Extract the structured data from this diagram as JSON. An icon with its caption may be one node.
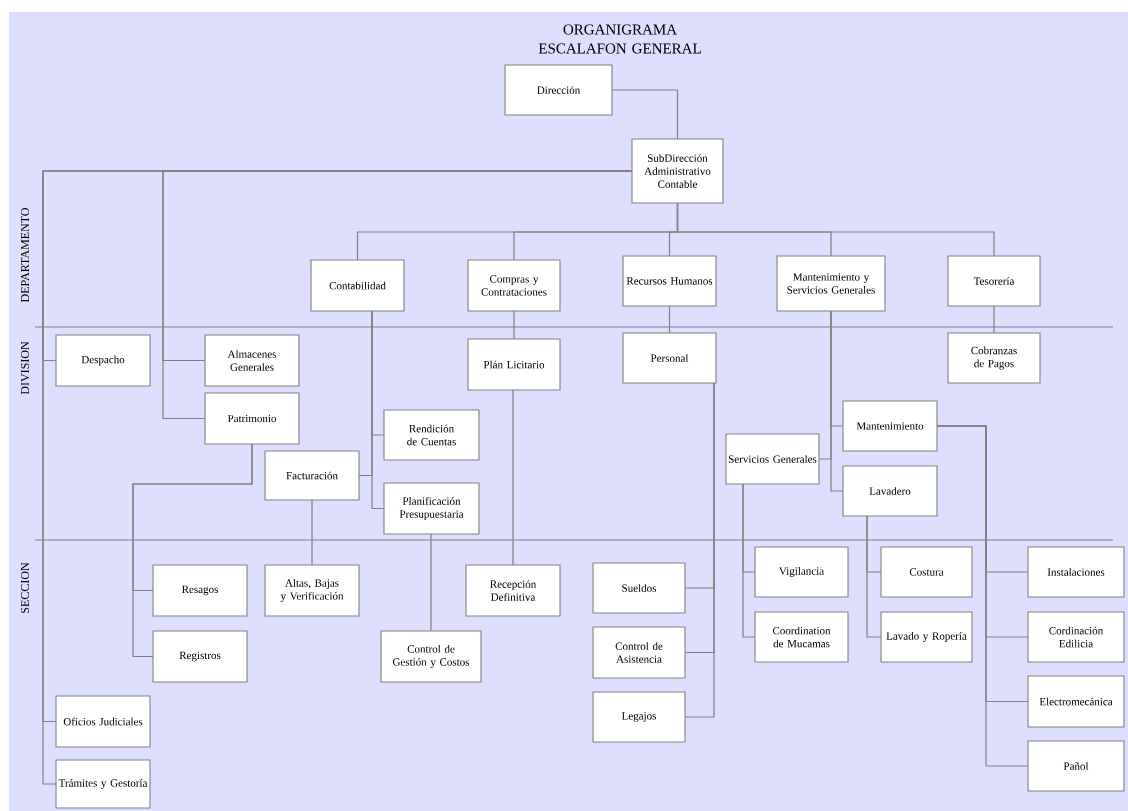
{
  "diagram": {
    "title": "ORGANIGRAMA ESCALAFON GENERAL",
    "nodes": [
      {
        "text": [
          "Dirección"
        ]
      },
      {
        "text": [
          "SubDirección Administrativo Contable"
        ]
      },
      {
        "text": [
          "Contabilidad"
        ]
      },
      {
        "text": [
          "Compras y Contrataciones"
        ]
      },
      {
        "text": [
          "Recursos Humanos"
        ]
      },
      {
        "text": [
          "Mantenimiento y Servicios Generales"
        ]
      },
      {
        "text": [
          "Tesorería"
        ]
      },
      {
        "text": [
          "Despacho"
        ]
      },
      {
        "text": [
          "Almacenes Generales"
        ]
      },
      {
        "text": [
          "Plán Licitario"
        ]
      },
      {
        "text": [
          "Personal"
        ]
      },
      {
        "text": [
          "Cobranzas de Pagos"
        ]
      },
      {
        "text": [
          "Patrimonio"
        ]
      },
      {
        "text": [
          "Rendición de Cuentas"
        ]
      },
      {
        "text": [
          "Mantenimiento"
        ]
      },
      {
        "text": [
          "Servicios Generales"
        ]
      },
      {
        "text": [
          "Facturación"
        ]
      },
      {
        "text": [
          "Planificación Presupuestaria"
        ]
      },
      {
        "text": [
          "Lavadero"
        ]
      },
      {
        "text": [
          "Resagos"
        ]
      },
      {
        "text": [
          "Altas, Bajas y Verificación"
        ]
      },
      {
        "text": [
          "Recepción Definitiva"
        ]
      },
      {
        "text": [
          "Sueldos"
        ]
      },
      {
        "text": [
          "Vigilancia"
        ]
      },
      {
        "text": [
          "Costura"
        ]
      },
      {
        "text": [
          "Instalaciones"
        ]
      },
      {
        "text": [
          "Registros"
        ]
      },
      {
        "text": [
          "Control de Gestión y Costos"
        ]
      },
      {
        "text": [
          "Control de Asistencia"
        ]
      },
      {
        "text": [
          "Coordination de Mucamas"
        ]
      },
      {
        "text": [
          "Lavado y Ropería"
        ]
      },
      {
        "text": [
          "Cordinación Edilicia"
        ]
      },
      {
        "text": [
          "Legajos"
        ]
      },
      {
        "text": [
          "Oficios Judiciales"
        ]
      },
      {
        "text": [
          "Electromecánica"
        ]
      },
      {
        "text": [
          "Trámites y Gestoría"
        ]
      },
      {
        "text": [
          "Pañol"
        ]
      }
    ],
    "edges": [
      {
        "from": 0,
        "to": 1,
        "arrow": "none"
      },
      {
        "from": 1,
        "to": 2,
        "arrow": "none"
      },
      {
        "from": 1,
        "to": 3,
        "arrow": "none"
      },
      {
        "from": 1,
        "to": 4,
        "arrow": "none"
      },
      {
        "from": 1,
        "to": 5,
        "arrow": "none"
      },
      {
        "from": 1,
        "to": 6,
        "arrow": "none"
      },
      {
        "from": 1,
        "to": 7,
        "arrow": "none"
      },
      {
        "from": 1,
        "to": 33,
        "arrow": "none"
      },
      {
        "from": 1,
        "to": 35,
        "arrow": "none"
      },
      {
        "from": 1,
        "to": 8,
        "arrow": "none"
      },
      {
        "from": 1,
        "to": 12,
        "arrow": "none"
      },
      {
        "from": 2,
        "to": 13,
        "arrow": "none"
      },
      {
        "from": 2,
        "to": 16,
        "arrow": "none"
      },
      {
        "from": 2,
        "to": 17,
        "arrow": "none"
      },
      {
        "from": 3,
        "to": 9,
        "arrow": "none"
      },
      {
        "from": 9,
        "to": 21,
        "arrow": "none"
      },
      {
        "from": 4,
        "to": 10,
        "arrow": "none"
      },
      {
        "from": 10,
        "to": 22,
        "arrow": "none"
      },
      {
        "from": 10,
        "to": 28,
        "arrow": "none"
      },
      {
        "from": 10,
        "to": 32,
        "arrow": "none"
      },
      {
        "from": 5,
        "to": 14,
        "arrow": "none"
      },
      {
        "from": 5,
        "to": 15,
        "arrow": "none"
      },
      {
        "from": 5,
        "to": 18,
        "arrow": "none"
      },
      {
        "from": 6,
        "to": 11,
        "arrow": "none"
      },
      {
        "from": 12,
        "to": 19,
        "arrow": "none"
      },
      {
        "from": 12,
        "to": 26,
        "arrow": "none"
      },
      {
        "from": 16,
        "to": 20,
        "arrow": "none"
      },
      {
        "from": 17,
        "to": 27,
        "arrow": "none"
      },
      {
        "from": 15,
        "to": 23,
        "arrow": "none"
      },
      {
        "from": 15,
        "to": 29,
        "arrow": "none"
      },
      {
        "from": 18,
        "to": 24,
        "arrow": "none"
      },
      {
        "from": 18,
        "to": 30,
        "arrow": "none"
      },
      {
        "from": 14,
        "to": 25,
        "arrow": "none"
      },
      {
        "from": 14,
        "to": 31,
        "arrow": "none"
      },
      {
        "from": 14,
        "to": 34,
        "arrow": "none"
      },
      {
        "from": 14,
        "to": 36,
        "arrow": "none"
      }
    ],
    "labels": [
      "DEPARTAMENTO",
      "DIVISION",
      "SECCION"
    ]
  }
}
